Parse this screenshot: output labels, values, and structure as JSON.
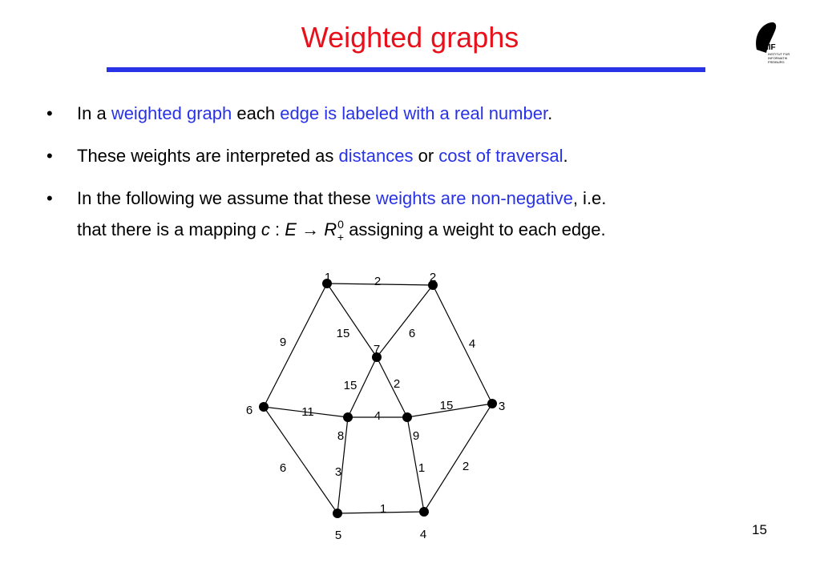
{
  "slide": {
    "title": "Weighted graphs",
    "page_number": "15",
    "colors": {
      "title": "#e8101a",
      "rule": "#2832e6",
      "highlight": "#2832e6"
    }
  },
  "logo": {
    "icon": "iif-logo-icon",
    "label": "IIF",
    "line1": "INSTITUT FÜR",
    "line2": "INFORMATIK",
    "line3": "FREIBURG"
  },
  "bullets": [
    {
      "t1": "In a ",
      "h1": "weighted graph",
      "t2": " each ",
      "h2": "edge is labeled with a real number",
      "t3": "."
    },
    {
      "t1": "These weights are interpreted as ",
      "h1": "distances",
      "t2": " or ",
      "h2": "cost of traversal",
      "t3": "."
    },
    {
      "t1": "In the following we assume that these ",
      "h1": "weights are non-negative",
      "t2": ", i.e.",
      "t3": "that there is a mapping ",
      "c": "c",
      "colon": " : ",
      "E": "E",
      "arrow": "→",
      "R": "R",
      "sup": "0",
      "sub": "+",
      "t4": "  assigning a weight to each edge."
    }
  ],
  "graph": {
    "nodes": [
      {
        "id": "1",
        "label": "1"
      },
      {
        "id": "2",
        "label": "2"
      },
      {
        "id": "3",
        "label": "3"
      },
      {
        "id": "4",
        "label": "4"
      },
      {
        "id": "5",
        "label": "5"
      },
      {
        "id": "6",
        "label": "6"
      },
      {
        "id": "7",
        "label": "7"
      },
      {
        "id": "8",
        "label": "8"
      },
      {
        "id": "9",
        "label": "9"
      }
    ],
    "edges": [
      {
        "from": "1",
        "to": "2",
        "weight": "2"
      },
      {
        "from": "1",
        "to": "6",
        "weight": "9"
      },
      {
        "from": "1",
        "to": "7",
        "weight": "15"
      },
      {
        "from": "2",
        "to": "7",
        "weight": "6"
      },
      {
        "from": "2",
        "to": "3",
        "weight": "4"
      },
      {
        "from": "7",
        "to": "8",
        "weight": "15"
      },
      {
        "from": "7",
        "to": "9",
        "weight": "2"
      },
      {
        "from": "6",
        "to": "8",
        "weight": "11"
      },
      {
        "from": "8",
        "to": "9",
        "weight": "4"
      },
      {
        "from": "9",
        "to": "3",
        "weight": "15"
      },
      {
        "from": "6",
        "to": "5",
        "weight": "6"
      },
      {
        "from": "8",
        "to": "5",
        "weight": "3"
      },
      {
        "from": "9",
        "to": "4",
        "weight": "1"
      },
      {
        "from": "3",
        "to": "4",
        "weight": "2"
      },
      {
        "from": "5",
        "to": "4",
        "weight": "1"
      }
    ]
  }
}
